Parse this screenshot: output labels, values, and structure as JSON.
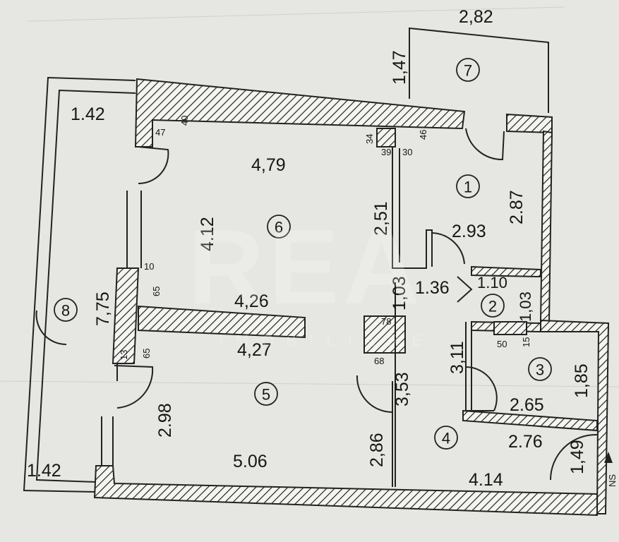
{
  "plan": {
    "rooms": [
      {
        "number": "1",
        "width": "2.93",
        "height": "2.87",
        "top": "39",
        "top2": "30"
      },
      {
        "number": "2",
        "width": "1.10",
        "height": "1.03"
      },
      {
        "number": "3",
        "width": "2.65",
        "height": "1,85"
      },
      {
        "number": "4",
        "width": "2.76",
        "height": "3,53",
        "bottom": "4.14"
      },
      {
        "number": "5",
        "width": "5.06",
        "height": "2.98",
        "top": "4,27"
      },
      {
        "number": "6",
        "width": "4,79",
        "height": "4.12",
        "bottom": "4,26"
      },
      {
        "number": "7",
        "width": "2,82",
        "height": "1,47"
      },
      {
        "number": "8",
        "width": "7,75"
      }
    ],
    "balcony": {
      "top": "1.42",
      "bottom": "1.42"
    },
    "dims": {
      "d_2_51": "2,51",
      "d_1_36": "1.36",
      "d_1_03_hall": "1,03",
      "d_3_11": "3,11",
      "d_2_86": "2,86",
      "d_1_49": "1,49",
      "d_1_03_r2": "1,03"
    },
    "wall_marks": {
      "m47": "47",
      "m40": "40",
      "m34": "34",
      "m46": "46",
      "m10": "10",
      "m65a": "65",
      "m13": "13",
      "m65b": "65",
      "m78": "78",
      "m68": "68",
      "m50": "50",
      "m15": "15"
    },
    "compass": "NS"
  },
  "watermark": {
    "brand": "REA",
    "sub": "IMOBILIARE"
  }
}
